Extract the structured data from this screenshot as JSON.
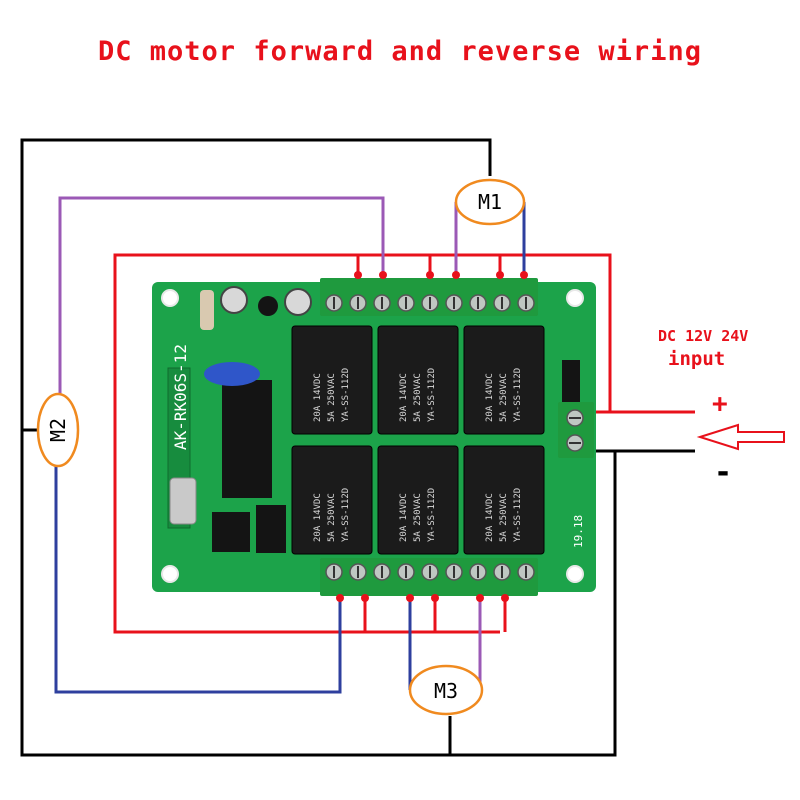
{
  "title": "DC motor forward and reverse wiring",
  "colors": {
    "title": "#e8111b",
    "red_wire": "#e8111b",
    "black_wire": "#000000",
    "purple_wire": "#9b59b6",
    "blue_wire": "#2e3f9e",
    "motor_outline": "#f08a1f",
    "board": "#1ca34a",
    "terminal": "#1f9a3e"
  },
  "board": {
    "model": "AK-RK06S-12",
    "relay_text": [
      "20A 14VDC",
      "5A 250VAC",
      "YA-SS-112D"
    ],
    "chip_label": "19.18"
  },
  "motors": {
    "m1": "M1",
    "m2": "M2",
    "m3": "M3"
  },
  "power": {
    "label_line1": "DC 12V 24V",
    "label_line2": "input",
    "plus": "+",
    "minus": "-"
  }
}
